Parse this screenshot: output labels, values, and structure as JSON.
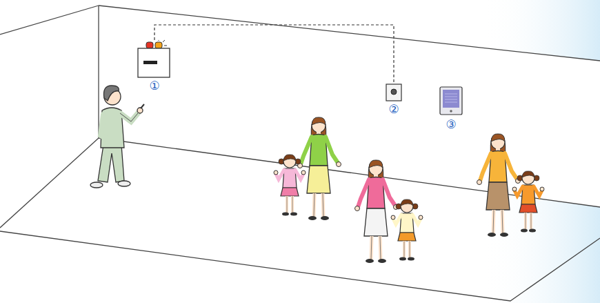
{
  "diagram": {
    "nodes": [
      {
        "text": [
          "①"
        ]
      },
      {
        "text": [
          "②"
        ]
      },
      {
        "text": [
          "③"
        ]
      }
    ],
    "edges": [
      {
        "from": 0,
        "to": 1,
        "arrow": "none"
      }
    ]
  }
}
